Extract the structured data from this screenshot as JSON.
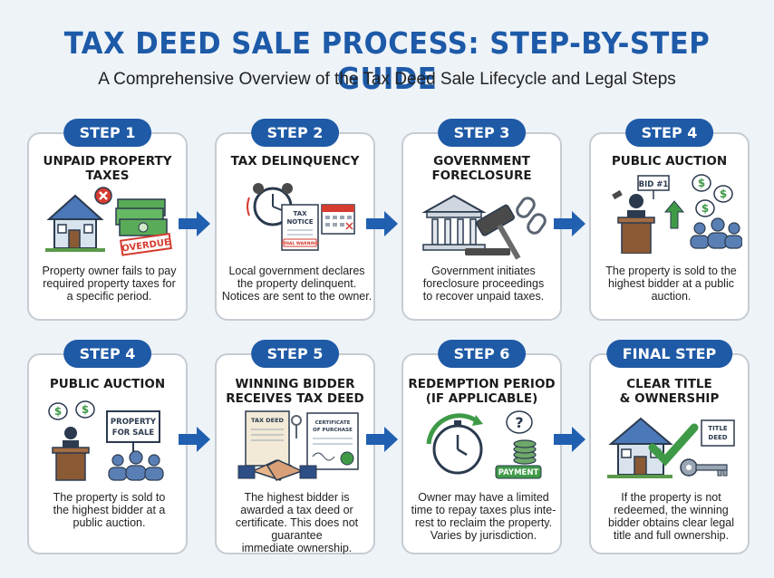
{
  "title": "TAX DEED SALE PROCESS: STEP-BY-STEP GUIDE",
  "subtitle": "A Comprehensive Overview of the Tax Deed Sale Lifecycle and Legal Steps",
  "colors": {
    "accent": "#1f5aa6",
    "arrow": "#2160b0",
    "background": "#eef3f8",
    "green": "#3f9a48",
    "red": "#d63b2f"
  },
  "steps": [
    {
      "label": "STEP 1",
      "heading": "UNPAID PROPERTY TAXES",
      "description": "Property owner fails to pay\nrequired property taxes for\na specific period.",
      "stamp": "OVERDUE",
      "icons": [
        "house-icon",
        "x-mark-icon",
        "money-stack-icon"
      ]
    },
    {
      "label": "STEP 2",
      "heading": "TAX DELINQUENCY",
      "description": "Local government declares\nthe property delinquent.\nNotices are sent to the owner.",
      "notice": "TAX\nNOTICE",
      "warning": "FINAL WARNING",
      "icons": [
        "alarm-clock-icon",
        "notice-document-icon",
        "calendar-icon"
      ]
    },
    {
      "label": "STEP 3",
      "heading": "GOVERNMENT\nFORECLOSURE",
      "description": "Government initiates\nforeclosure proceedings\nto recover unpaid taxes.",
      "icons": [
        "courthouse-icon",
        "gavel-icon",
        "broken-chain-icon"
      ]
    },
    {
      "label": "STEP 4",
      "heading": "PUBLIC AUCTION",
      "description": "The property is sold to the\nhighest bidder at a public\nauction.",
      "bid": "BID #1",
      "icons": [
        "auctioneer-icon",
        "bid-sign-icon",
        "dollar-bubble-icon",
        "crowd-icon"
      ]
    },
    {
      "label": "STEP 4",
      "heading": "PUBLIC AUCTION",
      "description": "The property is sold to\nthe highest bidder at a\npublic auction.",
      "sign": "PROPERTY\nFOR SALE",
      "icons": [
        "auctioneer-icon",
        "for-sale-sign-icon",
        "crowd-icon"
      ]
    },
    {
      "label": "STEP 5",
      "heading": "WINNING BIDDER\nRECEIVES TAX DEED",
      "description": "The highest bidder is\nawarded a tax deed or\ncertificate. This does not\nguarantee\nimmediate ownership.",
      "deed": "TAX DEED",
      "certificate": "CERTIFICATE\nOF PURCHASE",
      "icons": [
        "deed-scroll-icon",
        "certificate-icon",
        "handshake-icon"
      ]
    },
    {
      "label": "STEP 6",
      "heading": "REDEMPTION PERIOD\n(IF APPLICABLE)",
      "description": "Owner may have a limited\ntime to repay taxes plus inte-\nrest to reclaim the property.\nVaries by jurisdiction.",
      "payment": "PAYMENT",
      "icons": [
        "stopwatch-icon",
        "question-bubble-icon",
        "coins-icon"
      ]
    },
    {
      "label": "FINAL STEP",
      "heading": "CLEAR TITLE\n& OWNERSHIP",
      "description": "If the property is not\nredeemed, the winning\nbidder obtains clear legal\ntitle and full ownership.",
      "title_tag": "TITLE\nDEED",
      "icons": [
        "house-icon",
        "checkmark-icon",
        "key-icon"
      ]
    }
  ]
}
